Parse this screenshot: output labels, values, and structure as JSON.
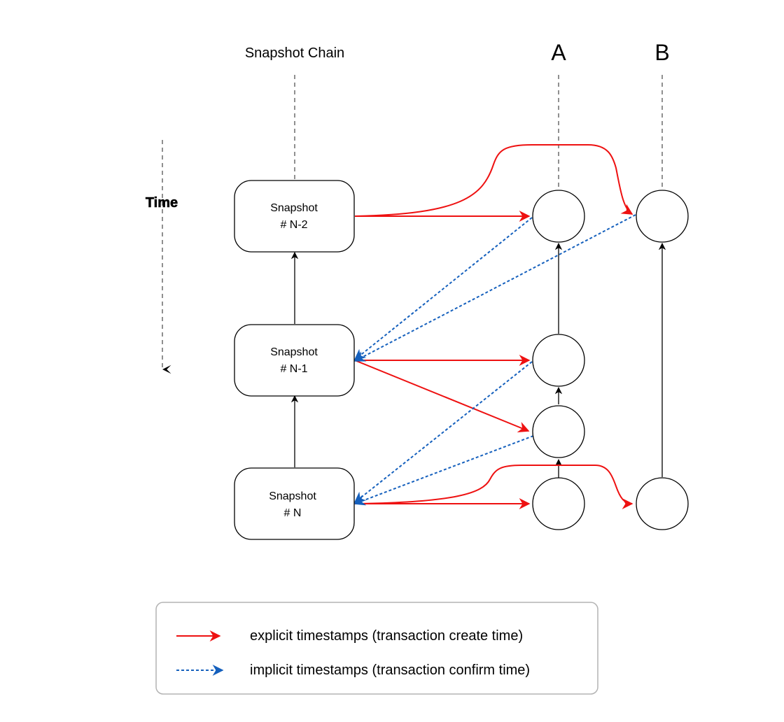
{
  "headers": {
    "snapshot_chain": "Snapshot Chain",
    "account_a": "A",
    "account_b": "B"
  },
  "time_label": "Time",
  "snapshots": [
    {
      "line1": "Snapshot",
      "line2": "# N-2"
    },
    {
      "line1": "Snapshot",
      "line2": "# N-1"
    },
    {
      "line1": "Snapshot",
      "line2": "# N"
    }
  ],
  "legend": {
    "explicit": "explicit timestamps (transaction create time)",
    "implicit": "implicit timestamps (transaction confirm time)"
  },
  "colors": {
    "explicit": "#ee1111",
    "implicit": "#1560bd",
    "neutral": "#000000",
    "dashed_guide": "#555555",
    "legend_border": "#b3b3b3"
  }
}
